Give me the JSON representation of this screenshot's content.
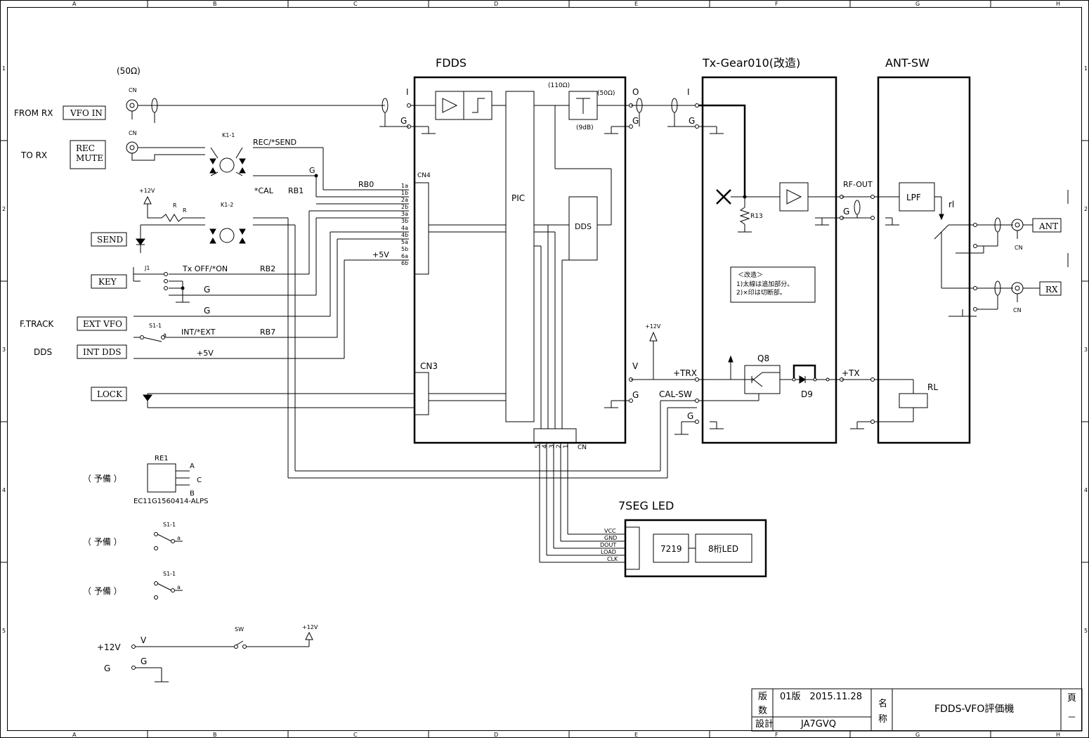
{
  "border": {
    "columns": [
      "A",
      "B",
      "C",
      "D",
      "E",
      "F",
      "G",
      "H"
    ],
    "rows": [
      "1",
      "2",
      "3",
      "4",
      "5"
    ]
  },
  "blocks": {
    "fdds": "FDDS",
    "txgear": "Tx-Gear010(改造)",
    "antsw": "ANT-SW",
    "seg": "7SEG LED"
  },
  "left_panel": {
    "impedance": "(50Ω)",
    "from_rx": "FROM RX",
    "vfo_in": "VFO IN",
    "to_rx": "TO RX",
    "rec_mute_1": "REC",
    "rec_mute_2": "MUTE",
    "send": "SEND",
    "key": "KEY",
    "ftrack": "F.TRACK",
    "ext_vfo": "EXT VFO",
    "dds": "DDS",
    "int_dds": "INT DDS",
    "lock": "LOCK",
    "spare": "（ 予備 ）",
    "cn": "CN",
    "k1_1": "K1-1",
    "k1_2": "K1-2",
    "rec_send": "REC/*SEND",
    "cal": "*CAL",
    "plus12v": "+12V",
    "r": "R",
    "j1": "J1",
    "s1_1": "S1-1",
    "a": "a",
    "tx_off_on": "Tx OFF/*ON",
    "int_ext": "INT/*EXT",
    "g": "G",
    "plus5v": "+5V",
    "rb0": "RB0",
    "rb1": "RB1",
    "rb2": "RB2",
    "rb7": "RB7",
    "re1": "RE1",
    "re1_part": "EC11G1560414-ALPS",
    "pin_a": "A",
    "pin_b": "B",
    "pin_c": "C",
    "sw": "SW",
    "v": "V"
  },
  "fdds_internal": {
    "i": "I",
    "o": "O",
    "g": "G",
    "v": "V",
    "pic": "PIC",
    "dds": "DDS",
    "cn4": "CN4",
    "cn3": "CN3",
    "cn": "CN",
    "ohm110": "(110Ω)",
    "ohm50": "(50Ω)",
    "db9": "(9dB)",
    "cn4_pins": [
      "1a",
      "1b",
      "2a",
      "2b",
      "3a",
      "3b",
      "4a",
      "4b",
      "5a",
      "5b",
      "6a",
      "6b"
    ],
    "cn_pins": [
      "5",
      "4",
      "3",
      "2",
      "1"
    ]
  },
  "txgear_internal": {
    "i": "I",
    "g": "G",
    "r13": "R13",
    "rf_out": "RF-OUT",
    "plus_trx": "+TRX",
    "cal_sw": "CAL-SW",
    "q8": "Q8",
    "d9": "D9",
    "plus_tx": "+TX",
    "plus12v": "+12V",
    "note_title": "＜改造＞",
    "note_1": "1)太線は追加部分。",
    "note_2": "2)×印は切断部。"
  },
  "antsw_internal": {
    "lpf": "LPF",
    "rl_switch": "rl",
    "rl": "RL",
    "ant": "ANT",
    "rx": "RX",
    "cn": "CN"
  },
  "seg_internal": {
    "vcc": "VCC",
    "gnd": "GND",
    "dout": "DOUT",
    "load": "LOAD",
    "clk": "CLK",
    "chip": "7219",
    "led": "8桁LED"
  },
  "title_block": {
    "version_label_1": "版",
    "version_label_2": "数",
    "version": "01版　2015.11.28",
    "name_label_1": "名",
    "name_label_2": "称",
    "title": "FDDS-VFO評価機",
    "page_label": "頁",
    "page": "－",
    "designer_label": "設計",
    "designer": "JA7GVQ"
  }
}
